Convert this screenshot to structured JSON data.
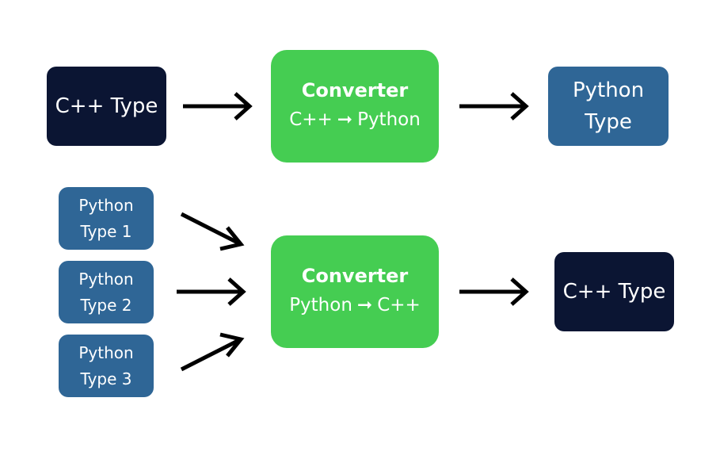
{
  "row1": {
    "source": "C++ Type",
    "converter": {
      "title": "Converter",
      "from": "C++",
      "arrow": "➞",
      "to": "Python"
    },
    "target_line1": "Python",
    "target_line2": "Type"
  },
  "row2": {
    "sources": [
      {
        "line1": "Python",
        "line2": "Type 1"
      },
      {
        "line1": "Python",
        "line2": "Type 2"
      },
      {
        "line1": "Python",
        "line2": "Type 3"
      }
    ],
    "converter": {
      "title": "Converter",
      "from": "Python",
      "arrow": "➞",
      "to": "C++"
    },
    "target": "C++ Type"
  },
  "colors": {
    "cpp_box": "#0b1533",
    "python_box": "#2f6696",
    "converter_box": "#45cd52",
    "arrow": "#000000"
  }
}
